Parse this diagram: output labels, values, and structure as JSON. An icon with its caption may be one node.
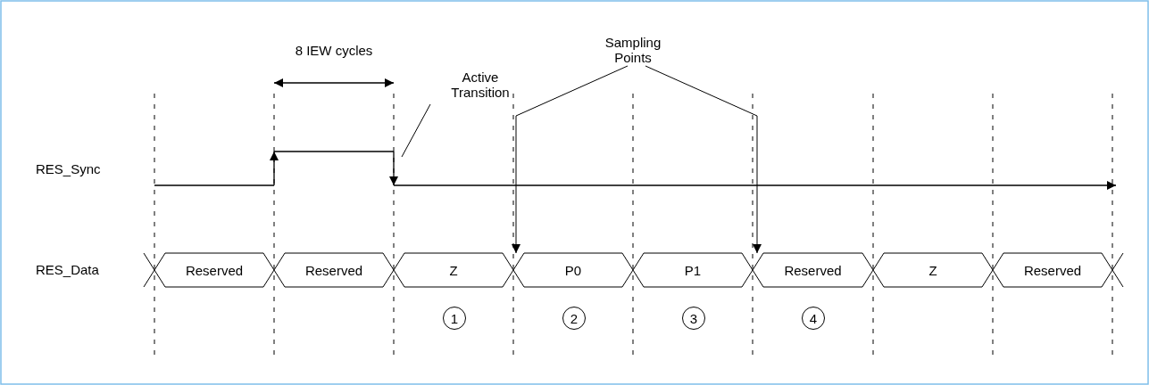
{
  "diagram": {
    "nodes": [
      {
        "text": [
          "Active Transition"
        ]
      },
      {
        "text": [
          "Sampling Points"
        ]
      },
      {
        "text": [
          "Reserved"
        ]
      },
      {
        "text": [
          "Reserved"
        ]
      },
      {
        "text": [
          "Z"
        ]
      },
      {
        "text": [
          "P0"
        ]
      },
      {
        "text": [
          "P1"
        ]
      },
      {
        "text": [
          "Reserved"
        ]
      },
      {
        "text": [
          "Z"
        ]
      },
      {
        "text": [
          "Reserved"
        ]
      },
      {
        "text": [
          "1"
        ]
      },
      {
        "text": [
          "2"
        ]
      },
      {
        "text": [
          "3"
        ]
      },
      {
        "text": [
          "4"
        ]
      }
    ],
    "edges": [
      {
        "from": 1,
        "to": 5,
        "arrow": "to"
      },
      {
        "from": 1,
        "to": 6,
        "arrow": "to"
      },
      {
        "from": 0,
        "to": null,
        "arrow": "none"
      }
    ],
    "labels": [
      "8 IEW cycles",
      "RES_Sync",
      "RES_Data"
    ]
  }
}
